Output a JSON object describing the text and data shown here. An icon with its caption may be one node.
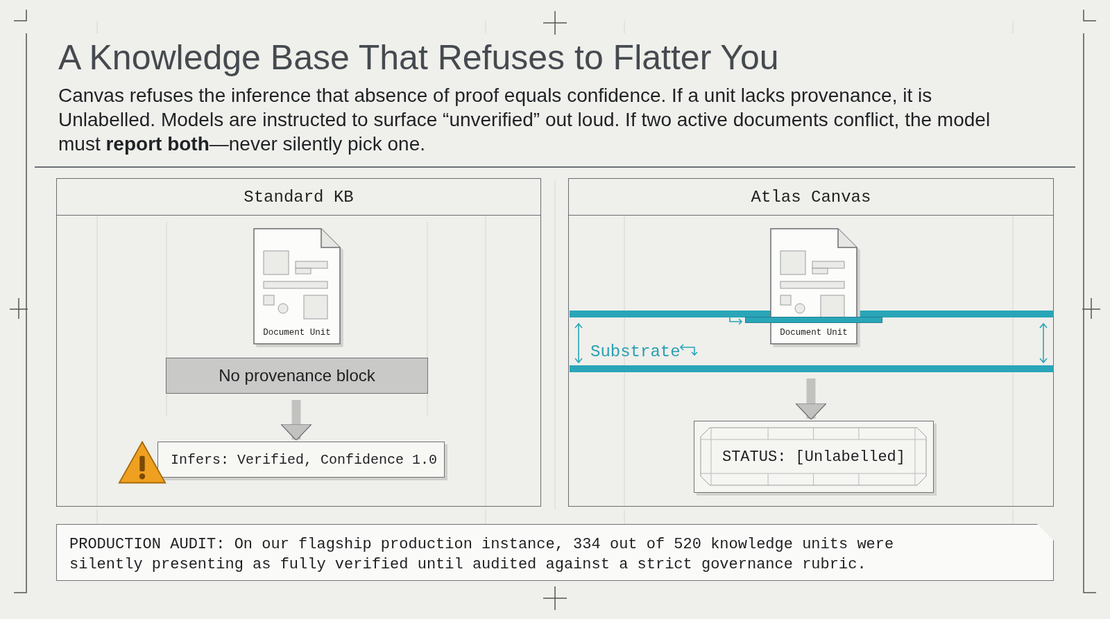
{
  "diagram": {
    "title": "A Knowledge Base That Refuses to Flatter You",
    "nodes": [
      {
        "text": [
          "Standard KB"
        ]
      },
      {
        "text": [
          "Document Unit"
        ],
        "in": 0
      },
      {
        "text": [
          "No provenance block"
        ],
        "in": 0
      },
      {
        "text": [
          "Infers: Verified, Confidence 1.0"
        ],
        "in": 0
      },
      {
        "text": [
          "Atlas Canvas"
        ]
      },
      {
        "text": [
          "Substrate"
        ],
        "in": 4
      },
      {
        "text": [
          "Document Unit"
        ],
        "in": 4
      },
      {
        "text": [
          "STATUS: [Unlabelled]"
        ],
        "in": 4
      },
      {
        "text": [
          "PRODUCTION AUDIT: On our flagship production instance, 334 out of 520 knowledge units were silently presenting as fully verified until audited against a strict governance rubric."
        ]
      }
    ],
    "edges": [
      {
        "from": 2,
        "to": 3,
        "arrow": "to"
      },
      {
        "from": 5,
        "to": 7,
        "arrow": "to"
      }
    ],
    "labels": [
      "Canvas refuses the inference that absence of proof equals confidence. If a unit lacks provenance, it is Unlabelled. Models are instructed to surface “unverified” out loud. If two active documents conflict, the model must **report both**—never silently pick one."
    ]
  }
}
